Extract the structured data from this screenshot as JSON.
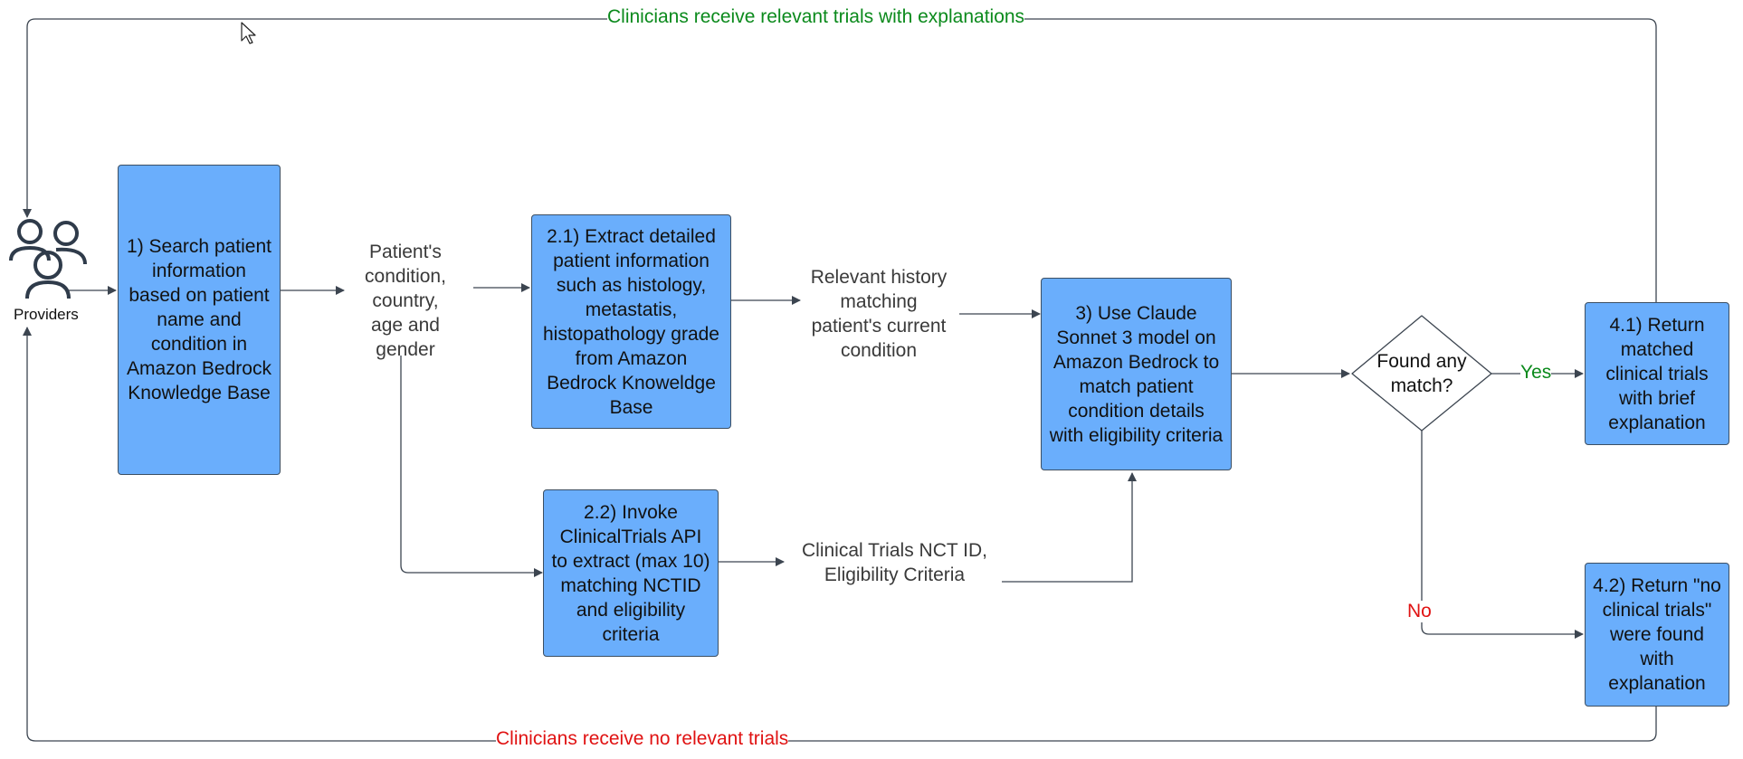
{
  "loop_labels": {
    "top": "Clinicians receive relevant trials with explanations",
    "bottom": "Clinicians receive no relevant trials"
  },
  "actor": {
    "label": "Providers",
    "icon": "users-group-icon"
  },
  "steps": {
    "search": "1) Search patient information based on patient name and condition in Amazon Bedrock Knowledge Base",
    "patient_data": "Patient's condition, country, age and gender",
    "extract": "2.1) Extract detailed patient information such as histology, metastatis, histopathology grade from Amazon Bedrock Knoweldge Base",
    "history": "Relevant history matching patient's current condition",
    "invoke": "2.2) Invoke ClinicalTrials API to extract (max 10) matching NCTID and eligibility criteria",
    "trials_data": "Clinical Trials NCT ID, Eligibility Criteria",
    "claude": "3) Use Claude Sonnet 3 model on Amazon Bedrock to match patient condition details with eligibility criteria",
    "decision": "Found any match?",
    "return_matched": "4.1) Return matched clinical trials with brief explanation",
    "return_none": "4.2) Return \"no clinical trials\" were found with explanation"
  },
  "branch_labels": {
    "yes": "Yes",
    "no": "No"
  },
  "colors": {
    "process": "#6aaefc",
    "data": "#ff7fdf",
    "yes_text": "#0b8a1c",
    "no_text": "#e01212",
    "line": "#3c4550"
  }
}
